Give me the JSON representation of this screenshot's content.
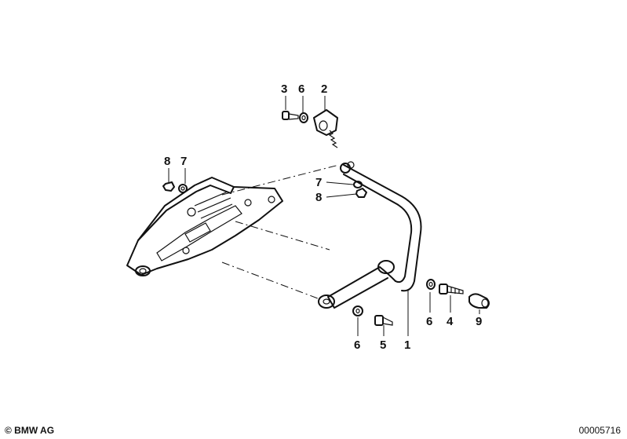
{
  "callouts": [
    {
      "id": "c3",
      "label": "3"
    },
    {
      "id": "c6a",
      "label": "6"
    },
    {
      "id": "c2",
      "label": "2"
    },
    {
      "id": "c8a",
      "label": "8"
    },
    {
      "id": "c7a",
      "label": "7"
    },
    {
      "id": "c7b",
      "label": "7"
    },
    {
      "id": "c8b",
      "label": "8"
    },
    {
      "id": "c6b",
      "label": "6"
    },
    {
      "id": "c4",
      "label": "4"
    },
    {
      "id": "c9",
      "label": "9"
    },
    {
      "id": "c6c",
      "label": "6"
    },
    {
      "id": "c5",
      "label": "5"
    },
    {
      "id": "c1",
      "label": "1"
    }
  ],
  "footer": {
    "copyright": "© BMW AG",
    "doc_number": "00005716"
  },
  "colors": {
    "line": "#111111",
    "background": "#ffffff"
  }
}
